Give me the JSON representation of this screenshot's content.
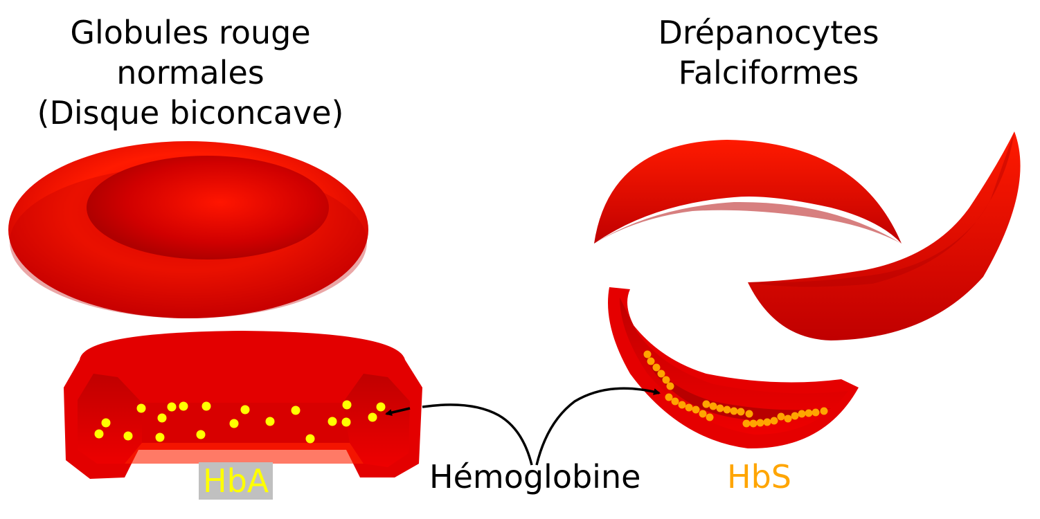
{
  "titles": {
    "normal": [
      "Globules rouge",
      "normales",
      "(Disque biconcave)"
    ],
    "sickle": [
      "Drépanocytes",
      "Falciformes"
    ]
  },
  "labels": {
    "hba": "HbA",
    "hemoglobine": "Hémoglobine",
    "hbs": "HbS"
  },
  "colors": {
    "cell_red": "#ff0000",
    "cell_dark": "#b80000",
    "hba_yellow": "#ffff00",
    "hbs_orange": "#ffa500",
    "hba_label_bg": "#c0c0c0",
    "arrow": "#000000"
  }
}
